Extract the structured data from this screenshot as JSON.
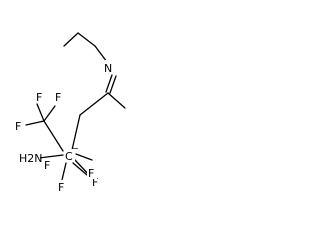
{
  "molecule": {
    "atoms": [
      {
        "id": "F_top",
        "label": "F"
      },
      {
        "id": "F_left",
        "label": "F"
      },
      {
        "id": "F_upper",
        "label": "F"
      },
      {
        "id": "N_imine",
        "label": "N"
      },
      {
        "id": "NH2",
        "label": "H2N"
      },
      {
        "id": "C_center",
        "label": "C"
      },
      {
        "id": "C_charge",
        "label": "−"
      },
      {
        "id": "F_right",
        "label": "F"
      },
      {
        "id": "F_lower_left",
        "label": "F"
      },
      {
        "id": "F_lower_right",
        "label": "F"
      }
    ]
  }
}
